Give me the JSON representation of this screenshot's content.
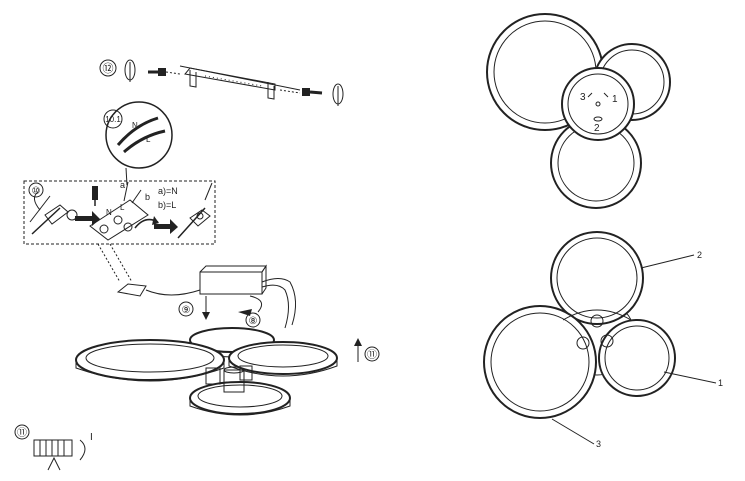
{
  "steps": {
    "step12": "⑫",
    "step10_1": "10.1",
    "step10": "⑩",
    "step9": "⑨",
    "step8": "⑧",
    "step11": "⑪",
    "step11_detail": "⑪"
  },
  "wire_labels": {
    "a": "a",
    "b": "b",
    "n_eq": "a)=N",
    "l_eq": "b)=L",
    "detail_n": "N",
    "detail_l": "L",
    "block_n": "N",
    "block_l": "L"
  },
  "top_view_labels": {
    "pos1": "1",
    "pos2": "2",
    "pos3": "3"
  },
  "callouts": {
    "ring1": "1",
    "ring2": "2",
    "ring3": "3"
  },
  "detail_mark": "I",
  "colors": {
    "line": "#222222",
    "background": "#ffffff"
  }
}
